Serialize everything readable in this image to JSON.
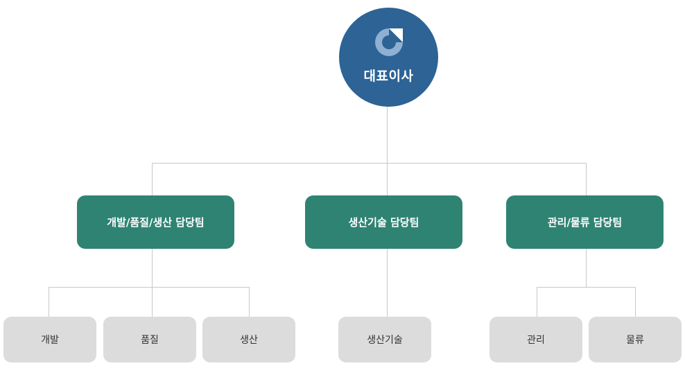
{
  "ceo": {
    "title": "대표이사"
  },
  "teams": [
    {
      "label": "개발/품질/생산 담당팀"
    },
    {
      "label": "생산기술 담당팀"
    },
    {
      "label": "관리/물류 담당팀"
    }
  ],
  "units": [
    {
      "label": "개발"
    },
    {
      "label": "품질"
    },
    {
      "label": "생산"
    },
    {
      "label": "생산기술"
    },
    {
      "label": "관리"
    },
    {
      "label": "물류"
    }
  ],
  "colors": {
    "ceo": "#2d6395",
    "team": "#2f8373",
    "unit": "#dcdcdc",
    "connector": "#c8c8c8"
  }
}
